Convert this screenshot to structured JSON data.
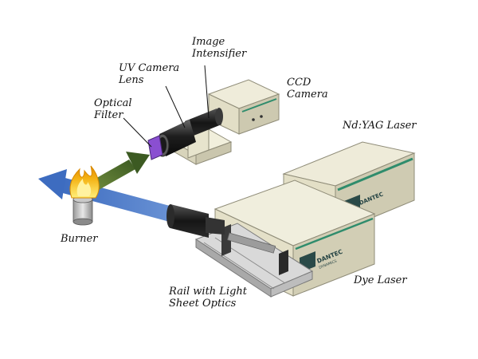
{
  "labels": {
    "image_intensifier": "Image\nIntensifier",
    "uv_camera_lens": "UV Camera\nLens",
    "ccd_camera": "CCD\nCamera",
    "optical_filter": "Optical\nFilter",
    "ndyag_laser": "Nd:YAG Laser",
    "burner": "Burner",
    "dye_laser": "Dye Laser",
    "rail": "Rail with Light\nSheet Optics"
  },
  "branding": {
    "name": "DANTEC",
    "sub": "DYNAMICS"
  },
  "colors": {
    "laser_beam": "#4a78c4",
    "fluorescence_beam": "#4d6b2c",
    "filter": "#8a4fd1",
    "laser_housing": "#e6e3cf",
    "stripe": "#2f8c6c",
    "flame": "#f2b619"
  }
}
